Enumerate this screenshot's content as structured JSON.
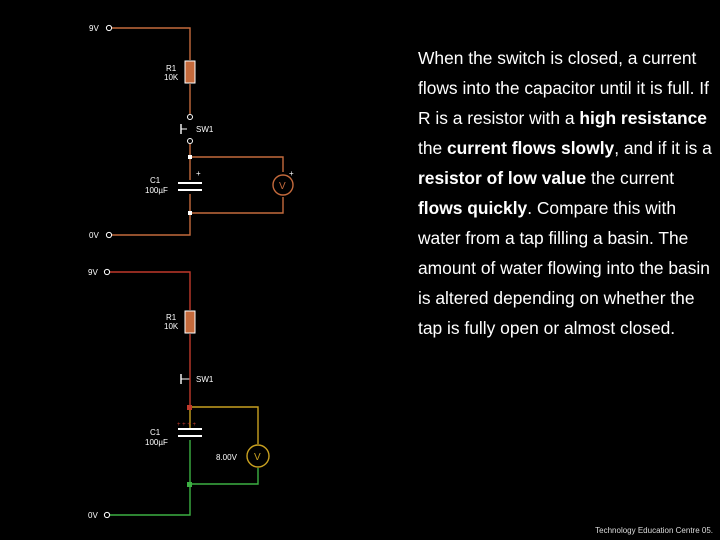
{
  "top_circuit": {
    "supply_top": "9V",
    "resistor_name": "R1",
    "resistor_value": "10K",
    "switch_name": "SW1",
    "capacitor_name": "C1",
    "capacitor_value": "100µF",
    "plus_cap": "+",
    "plus_meter": "+",
    "meter_symbol": "V",
    "supply_bottom": "0V"
  },
  "bottom_circuit": {
    "supply_top": "9V",
    "resistor_name": "R1",
    "resistor_value": "10K",
    "switch_name": "SW1",
    "capacitor_name": "C1",
    "capacitor_value": "100µF",
    "meter_reading": "8.00V",
    "meter_symbol": "V",
    "supply_bottom": "0V"
  },
  "description": [
    {
      "text": "When the switch is closed, a current flows into the capacitor until it is full. If R is a resistor with a ",
      "bold": false
    },
    {
      "text": "high resistance",
      "bold": true
    },
    {
      "text": " the ",
      "bold": false
    },
    {
      "text": "current flows slowly",
      "bold": true
    },
    {
      "text": ", and if it is a ",
      "bold": false
    },
    {
      "text": "resistor of low value",
      "bold": true
    },
    {
      "text": " the current ",
      "bold": false
    },
    {
      "text": "flows quickly",
      "bold": true
    },
    {
      "text": ". Compare this with water from a tap filling a basin. The amount of water flowing into the basin is altered depending on whether the tap is fully open or almost closed.",
      "bold": false
    }
  ],
  "footer": "Technology Education Centre 05.",
  "colors": {
    "wire": "#c46a3c",
    "wire_charged": "#c8a020",
    "wire_live": "#c0392b",
    "wire_ground": "#3cb043",
    "resistor_fill": "#c46a3c",
    "node_white": "#ffffff",
    "text": "#ffffff"
  }
}
